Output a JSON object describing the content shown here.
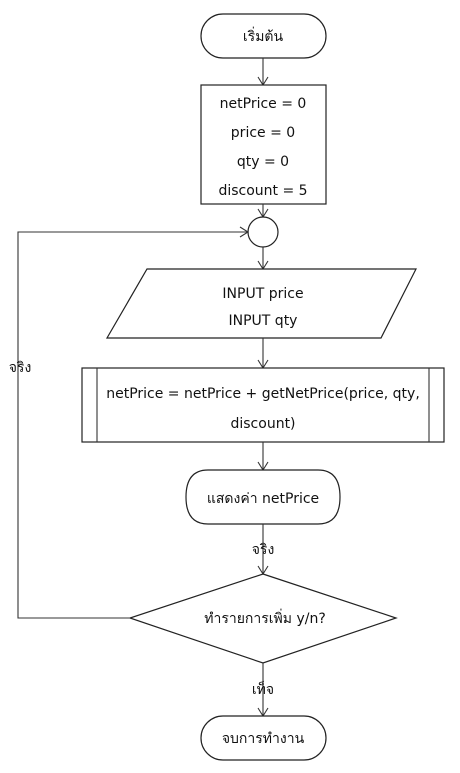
{
  "flowchart": {
    "start_label": "เริ่มต้น",
    "init": {
      "line1": "netPrice = 0",
      "line2": "price = 0",
      "line3": "qty = 0",
      "line4": "discount = 5"
    },
    "input": {
      "line1": "INPUT price",
      "line2": "INPUT qty"
    },
    "process": {
      "line1": "netPrice = netPrice + getNetPrice(price, qty,",
      "line2": "discount)"
    },
    "display_label": "แสดงค่า netPrice",
    "decision_label": "ทำรายการเพิ่ม y/n?",
    "yes_label_loop": "จริง",
    "yes_label_flow": "จริง",
    "no_label": "เท็จ",
    "end_label": "จบการทำงาน"
  }
}
